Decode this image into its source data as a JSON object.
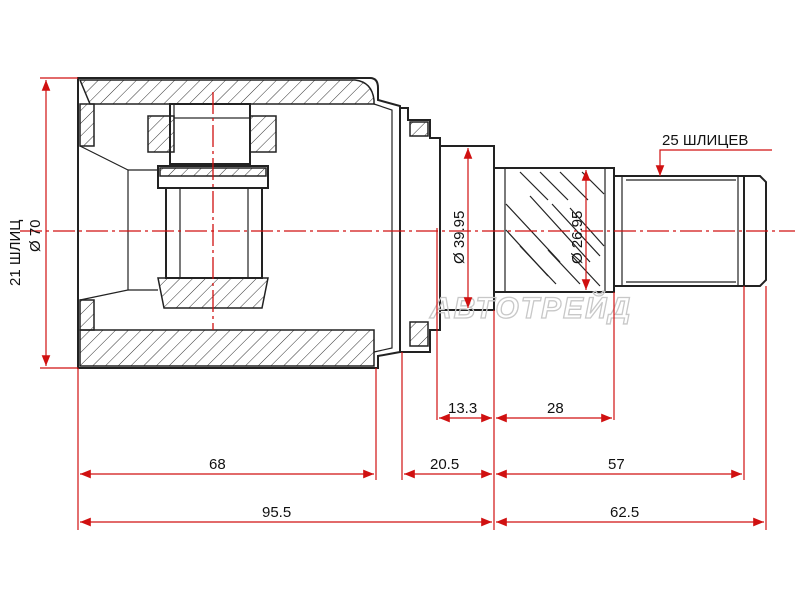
{
  "labels": {
    "spline_inner": "21 ШЛИЦ",
    "dia_outer": "Ø 70",
    "dia_1": "Ø 39.95",
    "dia_2": "Ø 26.95",
    "spline_outer": "25 ШЛИЦЕВ",
    "dim_133": "13.3",
    "dim_28": "28",
    "dim_68": "68",
    "dim_205": "20.5",
    "dim_57": "57",
    "dim_955": "95.5",
    "dim_625": "62.5"
  },
  "watermark": "АВТОТРЕЙД",
  "colors": {
    "dimension": "#d01010",
    "outline": "#222222"
  }
}
